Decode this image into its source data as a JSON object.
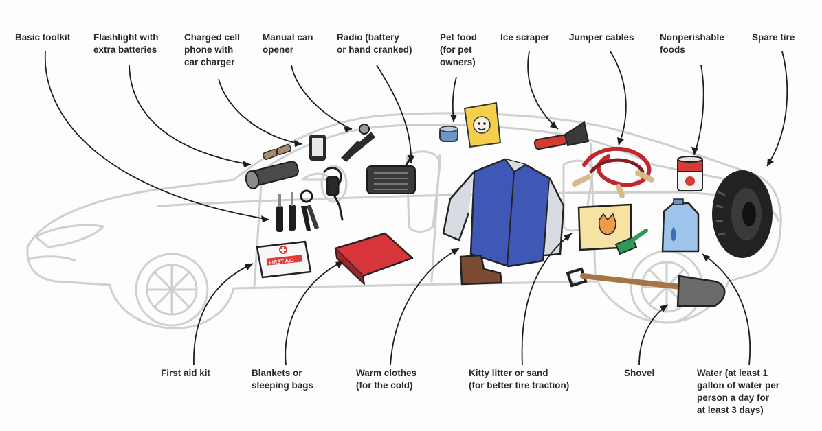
{
  "labels": {
    "basic_toolkit": "Basic toolkit",
    "flashlight": "Flashlight with\nextra batteries",
    "charged_phone": "Charged cell\nphone with\ncar charger",
    "can_opener": "Manual can\nopener",
    "radio": "Radio (battery\nor hand cranked)",
    "pet_food": "Pet food\n(for pet\nowners)",
    "ice_scraper": "Ice scraper",
    "jumper_cables": "Jumper cables",
    "nonperishable_foods": "Nonperishable\nfoods",
    "spare_tire": "Spare tire",
    "first_aid_kit": "First aid kit",
    "blankets": "Blankets or\nsleeping bags",
    "warm_clothes": "Warm clothes\n(for the cold)",
    "kitty_litter": "Kitty litter or sand\n(for better tire traction)",
    "shovel": "Shovel",
    "water": "Water (at least 1\ngallon of water per\nperson a day for\nat least 3 days)"
  },
  "first_aid_box_text": "FIRST AID",
  "colors": {
    "text": "#2a2a2a",
    "car_outline": "#c9c9c9",
    "jacket_blue": "#3f57b5",
    "blanket_red": "#d8353a",
    "first_aid_red": "#e23b3b",
    "cables_red": "#c0282e",
    "ice_scraper_red": "#d23a30",
    "pet_food_yellow": "#f3cf4b",
    "litter_box_tan": "#f6e2a3",
    "scoop_green": "#2e9a5a",
    "water_blue": "#9fc4ec",
    "can_red": "#d63a35",
    "boot_brown": "#7a4a33",
    "shovel_wood": "#a77447",
    "shovel_metal": "#6a6a6a",
    "tire_black": "#222222"
  }
}
